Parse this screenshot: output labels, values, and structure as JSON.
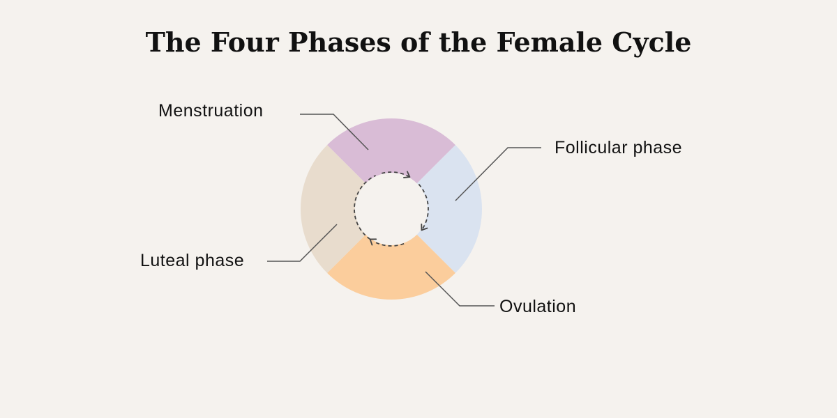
{
  "title": "The Four Phases of the Female Cycle",
  "phases": [
    {
      "label": "Menstruation",
      "color": "#d9bcd6"
    },
    {
      "label": "Follicular phase",
      "color": "#dae3f0"
    },
    {
      "label": "Ovulation",
      "color": "#fbcd9c"
    },
    {
      "label": "Luteal phase",
      "color": "#e8dccd"
    }
  ],
  "colors": {
    "background": "#f5f2ee",
    "leader_line": "#555555",
    "cycle_arrow": "#444444"
  }
}
